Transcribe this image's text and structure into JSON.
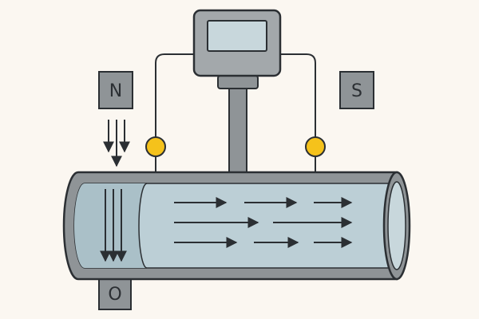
{
  "labels": {
    "north": "N",
    "south": "S",
    "bottom": "O"
  },
  "colors": {
    "background": "#fbf7f1",
    "outline": "#2b2f33",
    "pipe_gray": "#8f9497",
    "pipe_dark": "#6f7478",
    "fluid": "#bccfd6",
    "meter_body": "#a3a8ab",
    "meter_screen": "#c8d7dc",
    "electrode": "#f5c21b",
    "magnet": "#8f9497"
  }
}
